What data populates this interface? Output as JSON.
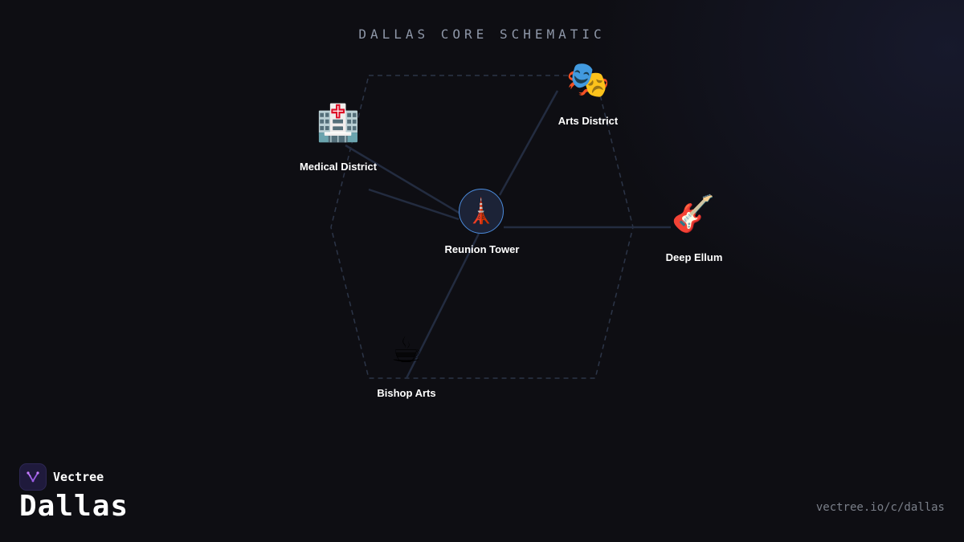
{
  "header": {
    "title": "DALLAS CORE SCHEMATIC"
  },
  "hub": {
    "label": "Reunion Tower",
    "icon": "tower-icon",
    "glyph": "🗼",
    "ring_color": "#4b8bdc"
  },
  "districts": [
    {
      "id": "medical-district",
      "label": "Medical District",
      "icon": "hospital-icon",
      "glyph": "🏥"
    },
    {
      "id": "arts-district",
      "label": "Arts District",
      "icon": "theater-masks-icon",
      "glyph": "🎭"
    },
    {
      "id": "deep-ellum",
      "label": "Deep Ellum",
      "icon": "guitar-icon",
      "glyph": "🎸"
    },
    {
      "id": "bishop-arts",
      "label": "Bishop Arts",
      "icon": "coffee-icon",
      "glyph": "☕"
    }
  ],
  "brand": {
    "name": "Vectree",
    "icon": "vectree-logo-icon",
    "accent": "#9b5de5"
  },
  "footer": {
    "city": "Dallas",
    "url": "vectree.io/c/dallas"
  },
  "colors": {
    "background": "#0e0e13",
    "edge": "#232c40",
    "hexagon": "#2c3548"
  }
}
